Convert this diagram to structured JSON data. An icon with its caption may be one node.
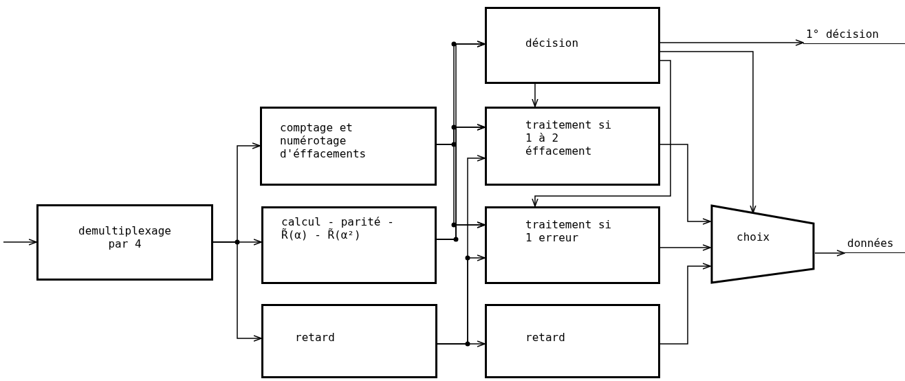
{
  "diagram": {
    "nodes": [
      {
        "text": [
          "demultiplexage par 4"
        ]
      },
      {
        "text": [
          "comptage et numérotage d'éffacements"
        ]
      },
      {
        "text": [
          "calcul - parité - R̃(α) - R̃(α²)"
        ]
      },
      {
        "text": [
          "retard"
        ]
      },
      {
        "text": [
          "décision"
        ]
      },
      {
        "text": [
          "traitement si 1 à 2 éffacement"
        ]
      },
      {
        "text": [
          "traitement si 1 erreur"
        ]
      },
      {
        "text": [
          "retard"
        ]
      },
      {
        "text": [
          "choix"
        ]
      },
      {
        "text": [
          "1° décision"
        ]
      },
      {
        "text": [
          "données"
        ]
      }
    ],
    "edges": [
      {
        "from": null,
        "to": 0,
        "arrow": "to"
      },
      {
        "from": 0,
        "to": 1,
        "arrow": "to"
      },
      {
        "from": 0,
        "to": 2,
        "arrow": "to"
      },
      {
        "from": 0,
        "to": 3,
        "arrow": "to"
      },
      {
        "from": 1,
        "to": 4,
        "arrow": "to"
      },
      {
        "from": 1,
        "to": 5,
        "arrow": "to"
      },
      {
        "from": 1,
        "to": 6,
        "arrow": "to"
      },
      {
        "from": 2,
        "to": 4,
        "arrow": "to"
      },
      {
        "from": 2,
        "to": 5,
        "arrow": "to"
      },
      {
        "from": 2,
        "to": 6,
        "arrow": "to"
      },
      {
        "from": 3,
        "to": 7,
        "arrow": "to"
      },
      {
        "from": 3,
        "to": 5,
        "arrow": "to"
      },
      {
        "from": 3,
        "to": 6,
        "arrow": "to"
      },
      {
        "from": 4,
        "to": 9,
        "arrow": "to"
      },
      {
        "from": 4,
        "to": 8,
        "arrow": "to"
      },
      {
        "from": 4,
        "to": 5,
        "arrow": "to"
      },
      {
        "from": 4,
        "to": 6,
        "arrow": "to"
      },
      {
        "from": 5,
        "to": 8,
        "arrow": "to"
      },
      {
        "from": 6,
        "to": 8,
        "arrow": "to"
      },
      {
        "from": 7,
        "to": 8,
        "arrow": "to"
      },
      {
        "from": 8,
        "to": 10,
        "arrow": "to"
      }
    ]
  }
}
